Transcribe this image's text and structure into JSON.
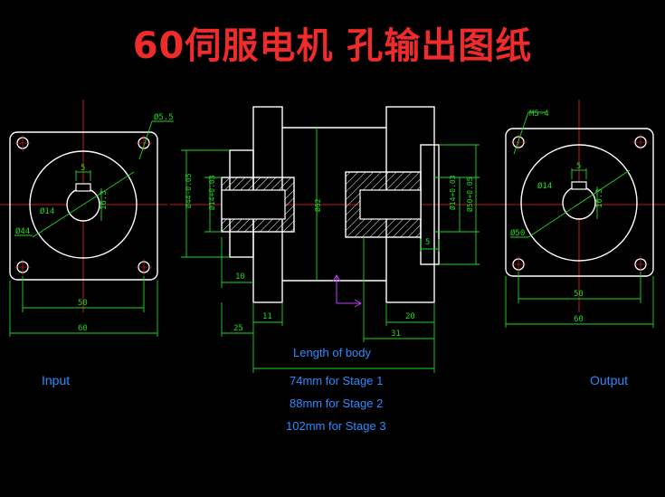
{
  "title": "60伺服电机 孔输出图纸",
  "labels": {
    "input": "Input",
    "output": "Output",
    "length_of_body": "Length of body",
    "stage1": "74mm for Stage 1",
    "stage2": "88mm for Stage 2",
    "stage3": "102mm for Stage 3"
  },
  "dimensions": {
    "input_hole": "Ø5.5",
    "input_keyway_width": "5",
    "input_keyway_depth": "16.3",
    "input_bore": "Ø14",
    "input_pcd": "Ø44",
    "input_pitch": "50",
    "input_width": "60",
    "output_hole": "M5-4",
    "output_keyway_width": "5",
    "output_keyway_depth": "16.3",
    "output_bore": "Ø14",
    "output_pcd": "Ø50",
    "output_pitch": "50",
    "output_width": "60",
    "side_shaft_in": "Ø44-0.05",
    "side_bore_in": "Ø14+0.03",
    "side_body_dia": "Ø62",
    "side_bore_out": "Ø14+0.03",
    "side_flange_out": "Ø50+0.05",
    "side_key": "5",
    "side_10": "10",
    "side_25": "25",
    "side_11": "11",
    "side_20": "20",
    "side_31": "31"
  },
  "colors": {
    "title": "#ef2b2b",
    "outline": "#ffffff",
    "dimension": "#1fd81f",
    "centerline": "#ff2020",
    "caption": "#2a8cff",
    "axis": "#c040ff"
  }
}
